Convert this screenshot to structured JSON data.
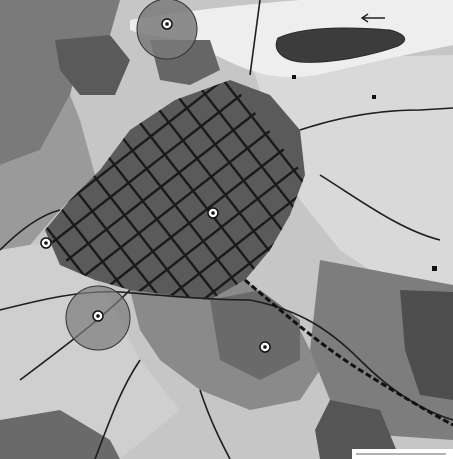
{
  "map": {
    "style": "grayscale city planning map",
    "colors": {
      "river": "#eeeeee",
      "island": "#3c3c3c",
      "dense_blocks": "#555555",
      "grid_lines": "#1a1a1a",
      "dark_zone": "#616161",
      "mid_zone": "#8c8c8c",
      "light_zone": "#b4b4b4",
      "pale_land": "#d4d4d4",
      "circle_zone": "#7a7a7a"
    },
    "icons": {
      "landmark_marker": "circled-dot",
      "river_flow": "left-arrow"
    }
  }
}
